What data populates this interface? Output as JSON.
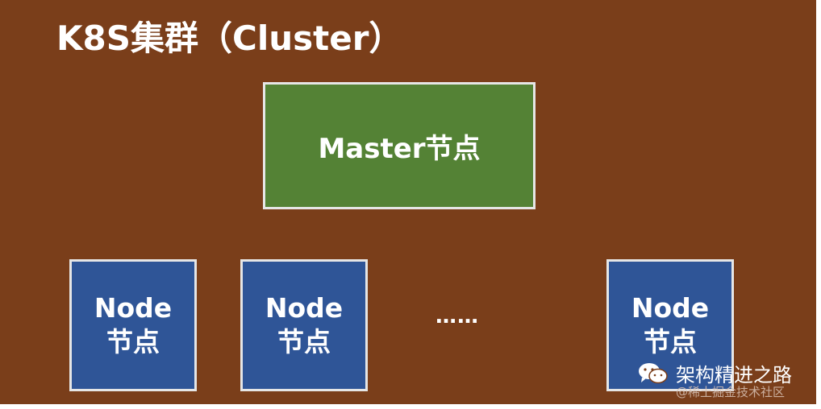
{
  "title": "K8S集群（Cluster）",
  "master": {
    "label": "Master节点"
  },
  "nodes": [
    {
      "line1": "Node",
      "line2": "节点"
    },
    {
      "line1": "Node",
      "line2": "节点"
    },
    {
      "line1": "Node",
      "line2": "节点"
    }
  ],
  "ellipsis": "……",
  "watermark": {
    "icon": "wechat-icon",
    "text": "架构精进之路"
  },
  "credit": "@稀土掘金技术社区",
  "colors": {
    "background": "#7a3e1a",
    "master": "#548235",
    "node": "#2f5597",
    "border": "#e6e6e6"
  }
}
